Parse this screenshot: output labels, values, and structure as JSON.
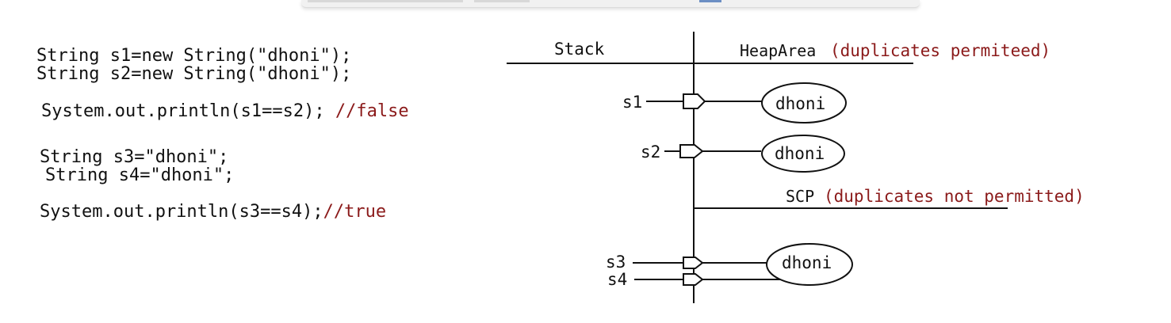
{
  "code": {
    "line1": "String s1=new String(\"dhoni\");",
    "line2": "String s2=new String(\"dhoni\");",
    "line3": "System.out.println(s1==s2);",
    "line3_comment": "//false",
    "line4": "String s3=\"dhoni\";",
    "line5": "String s4=\"dhoni\";",
    "line6": "System.out.println(s3==s4);",
    "line6_comment": "//true"
  },
  "diagram": {
    "stack_label": "Stack",
    "heap_label": "HeapArea",
    "heap_note": "(duplicates permiteed)",
    "scp_label": "SCP",
    "scp_note": "(duplicates not permitted)",
    "refs": {
      "s1": "s1",
      "s2": "s2",
      "s3": "s3",
      "s4": "s4"
    },
    "objects": {
      "heap1": "dhoni",
      "heap2": "dhoni",
      "scp1": "dhoni"
    }
  },
  "colors": {
    "comment": "#8b1a1a",
    "line": "#111111",
    "text": "#111111"
  }
}
